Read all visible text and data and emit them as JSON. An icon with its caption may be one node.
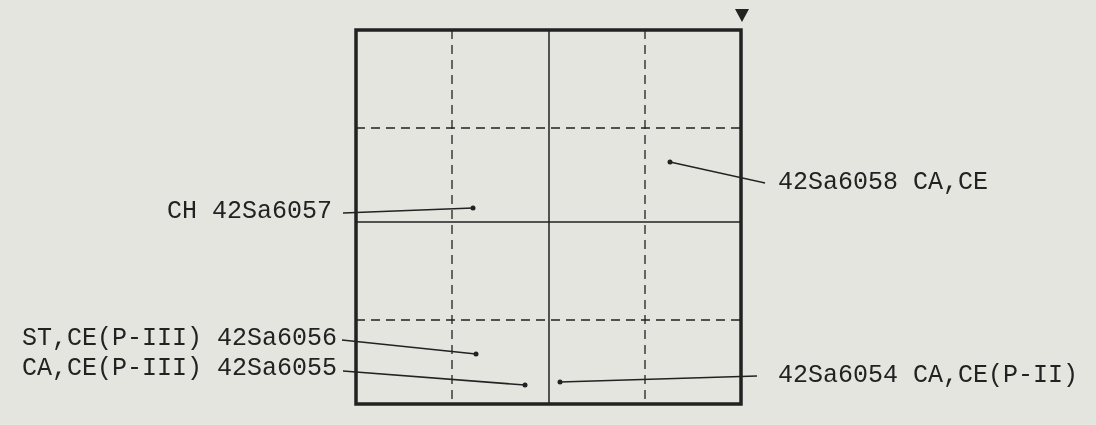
{
  "diagram": {
    "nodes": [
      {
        "text": [
          "42Sa6058 CA,CE"
        ]
      },
      {
        "text": [
          "CH 42Sa6057"
        ]
      },
      {
        "text": [
          "ST,CE(P-III) 42Sa6056"
        ]
      },
      {
        "text": [
          "CA,CE(P-III) 42Sa6055"
        ]
      },
      {
        "text": [
          "42Sa6054 CA,CE(P-II)"
        ]
      }
    ],
    "edges": [
      {
        "from": 0,
        "to": null,
        "arrow": "other"
      },
      {
        "from": 1,
        "to": null,
        "arrow": "other"
      },
      {
        "from": 2,
        "to": null,
        "arrow": "other"
      },
      {
        "from": 3,
        "to": null,
        "arrow": "other"
      },
      {
        "from": 4,
        "to": null,
        "arrow": "other"
      }
    ]
  }
}
